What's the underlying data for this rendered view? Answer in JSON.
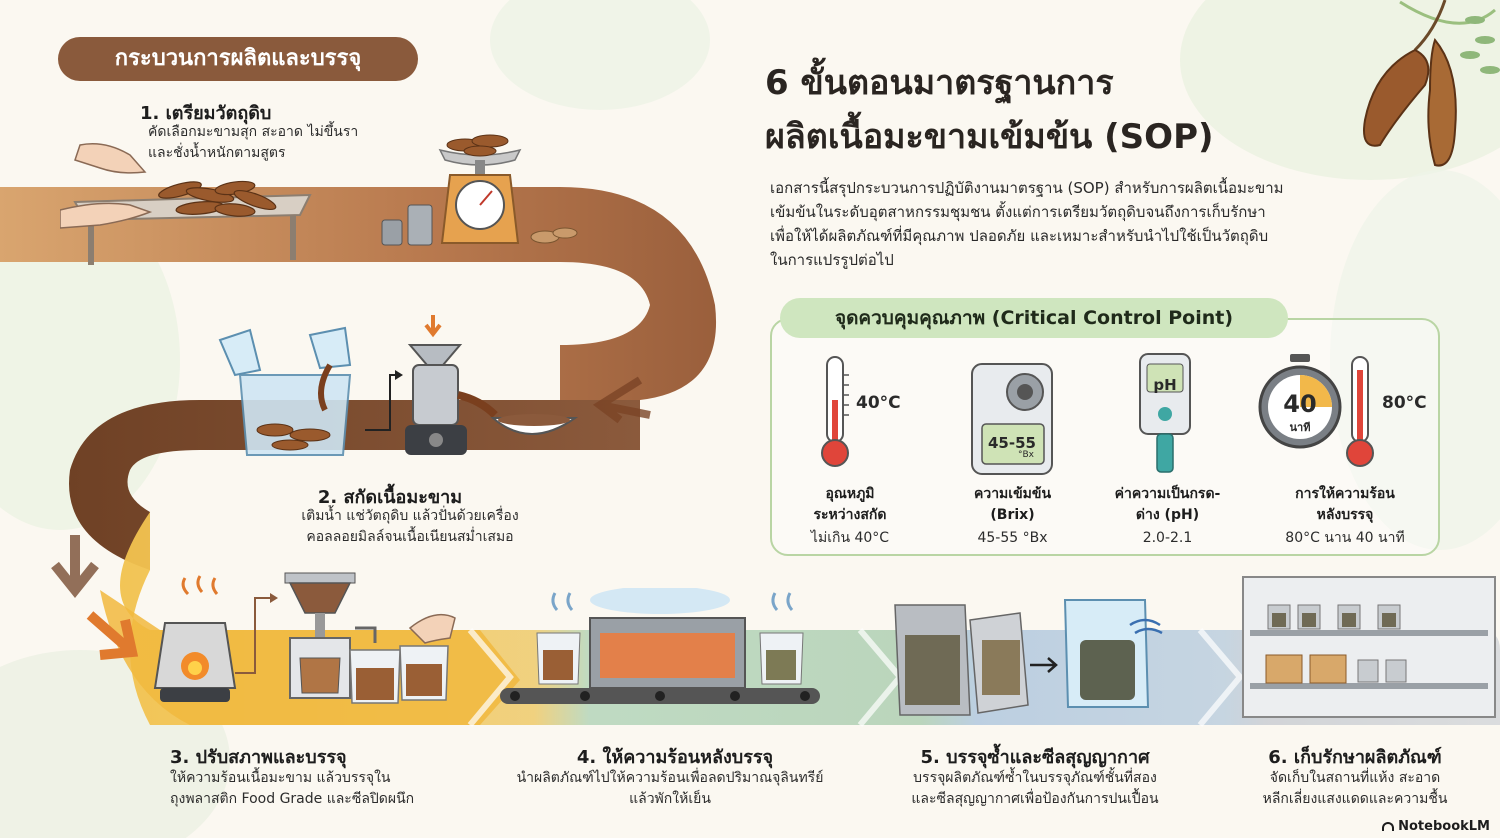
{
  "header": {
    "section_label": "กระบวนการผลิตและบรรจุ"
  },
  "title": {
    "line1": "6 ขั้นตอนมาตรฐานการ",
    "line2": "ผลิตเนื้อมะขามเข้มข้น (SOP)"
  },
  "intro": {
    "lines": [
      "เอกสารนี้สรุปกระบวนการปฏิบัติงานมาตรฐาน (SOP) สำหรับการผลิตเนื้อมะขาม",
      "เข้มข้นในระดับอุตสาหกรรมชุมชน ตั้งแต่การเตรียมวัตถุดิบจนถึงการเก็บรักษา",
      "เพื่อให้ได้ผลิตภัณฑ์ที่มีคุณภาพ ปลอดภัย และเหมาะสำหรับนำไปใช้เป็นวัตถุดิบ",
      "ในการแปรรูปต่อไป"
    ]
  },
  "steps": [
    {
      "title": "1. เตรียมวัตถุดิบ",
      "desc1": "คัดเลือกมะขามสุก สะอาด ไม่ขึ้นรา",
      "desc2": "และชั่งน้ำหนักตามสูตร"
    },
    {
      "title": "2. สกัดเนื้อมะขาม",
      "desc1": "เติมน้ำ แช่วัตถุดิบ แล้วปั่นด้วยเครื่อง",
      "desc2": "คอลลอยมิลล์จนเนื้อเนียนสม่ำเสมอ"
    },
    {
      "title": "3. ปรับสภาพและบรรจุ",
      "desc1": "ให้ความร้อนเนื้อมะขาม แล้วบรรจุใน",
      "desc2": "ถุงพลาสติก Food Grade และซีลปิดผนึก"
    },
    {
      "title": "4. ให้ความร้อนหลังบรรจุ",
      "desc1": "นำผลิตภัณฑ์ไปให้ความร้อนเพื่อลดปริมาณจุลินทรีย์",
      "desc2": "แล้วพักให้เย็น"
    },
    {
      "title": "5. บรรจุซ้ำและซีลสุญญากาศ",
      "desc1": "บรรจุผลิตภัณฑ์ซ้ำในบรรจุภัณฑ์ชั้นที่สอง",
      "desc2": "และซีลสุญญากาศเพื่อป้องกันการปนเปื้อน"
    },
    {
      "title": "6. เก็บรักษาผลิตภัณฑ์",
      "desc1": "จัดเก็บในสถานที่แห้ง สะอาด",
      "desc2": "หลีกเลี่ยงแสงแดดและความชื้น"
    }
  ],
  "ccp": {
    "heading": "จุดควบคุมคุณภาพ (Critical Control Point)",
    "items": [
      {
        "label1": "อุณหภูมิ",
        "label2": "ระหว่างสกัด",
        "value": "ไม่เกิน 40°C",
        "readout": "40°C",
        "icon": "thermometer-icon"
      },
      {
        "label1": "ความเข้มข้น",
        "label2": "(Brix)",
        "value": "45-55 °Bx",
        "readout": "45-55",
        "readout_unit": "°Bx",
        "icon": "refractometer-icon"
      },
      {
        "label1": "ค่าความเป็นกรด-",
        "label2": "ด่าง (pH)",
        "value": "2.0-2.1",
        "readout": "pH",
        "icon": "ph-meter-icon"
      },
      {
        "label1": "การให้ความร้อน",
        "label2": "หลังบรรจุ",
        "value": "80°C นาน 40 นาที",
        "timer_value": "40",
        "timer_unit": "นาที",
        "readout": "80°C",
        "icon": "timer-icon"
      }
    ]
  },
  "footer": {
    "logo": "NotebookLM"
  },
  "colors": {
    "path_brown": "#8b5a3c",
    "path_orange": "#e8a94b",
    "path_green": "#b7d3b9",
    "path_blue": "#b9cde0",
    "path_gray": "#cfd2d6",
    "accent_green": "#b9d5a4"
  }
}
